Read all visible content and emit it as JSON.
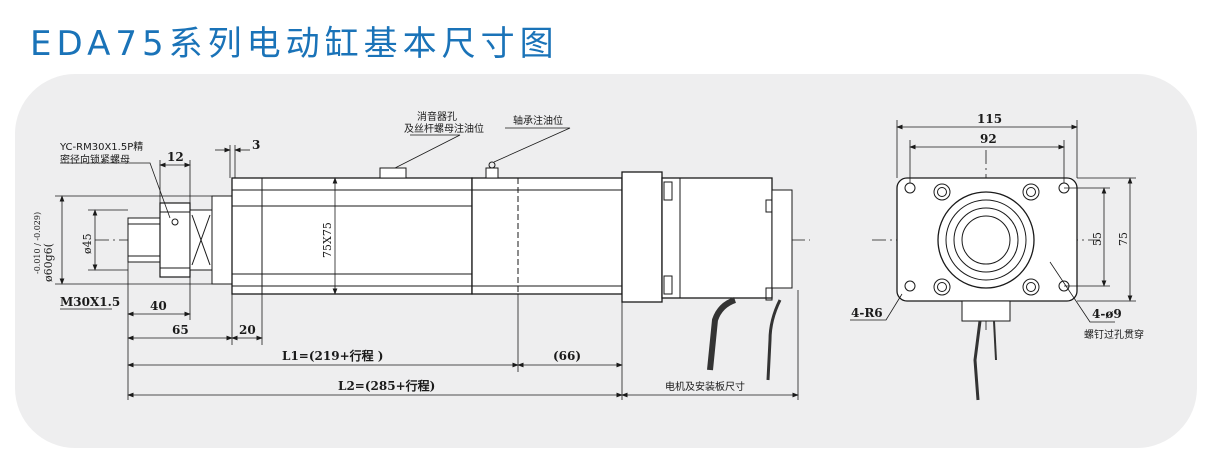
{
  "title": "EDA75系列电动缸基本尺寸图",
  "side_view": {
    "nut_note_line1": "YC-RM30X1.5P精",
    "nut_note_line2": "密径向锁紧螺母",
    "dim_12": "12",
    "dim_3": "3",
    "dim_phi60": "ø60g6(-0.010/-0.029)",
    "dim_phi60_main": "ø60g6(",
    "dim_phi60_tol": "-0.010 / -0.029)",
    "dim_phi45": "ø45",
    "dim_m30": "M30X1.5",
    "dim_40": "40",
    "dim_65": "65",
    "dim_20": "20",
    "dim_75x75": "75X75",
    "muffler_note_line1": "消音器孔",
    "muffler_note_line2": "及丝杆螺母注油位",
    "bearing_note": "轴承注油位",
    "dim_L1": "L1=(219+行程 )",
    "dim_66": "(66)",
    "dim_L2": "L2=(285+行程)",
    "motor_note": "电机及安装板尺寸"
  },
  "end_view": {
    "dim_115": "115",
    "dim_92": "92",
    "dim_55": "55",
    "dim_75": "75",
    "dim_R6": "4-R6",
    "dim_phi9": "4-ø9",
    "hole_note": "螺钉过孔贯穿"
  }
}
